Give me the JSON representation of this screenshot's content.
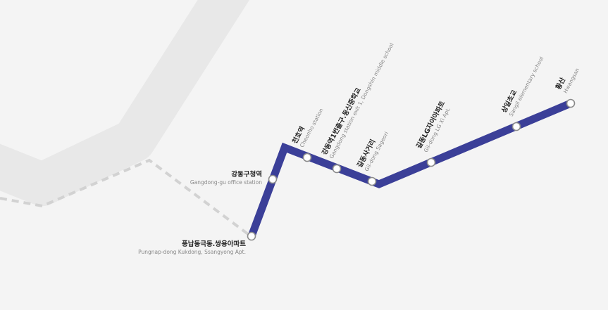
{
  "route": {
    "line_color": "#3b3f98",
    "stop_fill": "#ffffff",
    "stop_stroke": "#8a8a8a"
  },
  "background": {
    "band_color": "#e8e8e8",
    "dashed_color": "#cfcfcf"
  },
  "stations": [
    {
      "ko": "풍납동극동.쌍용아파트",
      "en": "Pungnap-dong Kukdong, Ssangyong Apt."
    },
    {
      "ko": "강동구청역",
      "en": "Gangdong-gu office station"
    },
    {
      "ko": "천호역",
      "en": "Cheonho station"
    },
    {
      "ko": "강동역1번출구.동신중학교",
      "en": "Gangdong station exit 1, Dongshin middle school"
    },
    {
      "ko": "길동사거리",
      "en": "Gil-dong Sageori"
    },
    {
      "ko": "길동LG자이아파트",
      "en": "Gil-dong LG Xi Apt."
    },
    {
      "ko": "상일초교",
      "en": "Sangil elementary school"
    },
    {
      "ko": "황산",
      "en": "Hwangsan"
    }
  ]
}
